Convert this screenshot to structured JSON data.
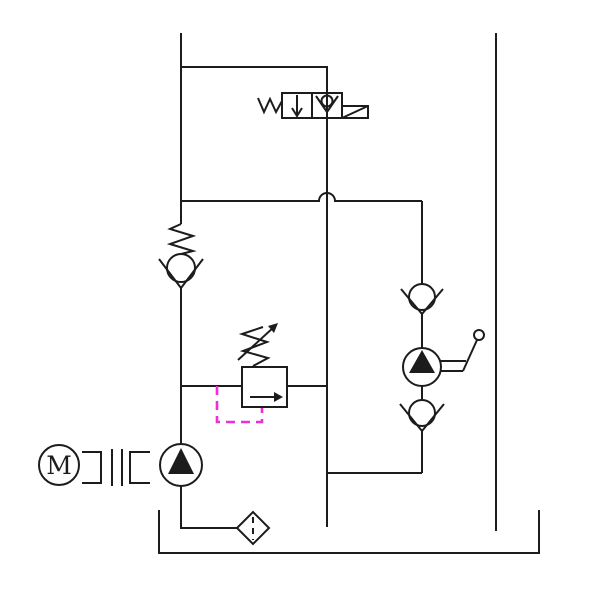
{
  "title": "hydraulic-power-unit-schematic",
  "colors": {
    "line": "#1c1c1c",
    "pilot_line": "#ee2ed6",
    "background": "#ffffff"
  },
  "components": {
    "motor": {
      "label": "M",
      "type": "electric-motor"
    },
    "solenoid_valve": {
      "type": "2-2-solenoid-valve-spring-return-with-check-position"
    },
    "spring_check_valve": {
      "type": "spring-loaded-check-valve"
    },
    "relief_valve": {
      "type": "adjustable-pressure-relief-valve"
    },
    "pilot_line": {
      "type": "pilot-drain-line",
      "style": "dashed"
    },
    "main_pump": {
      "type": "fixed-displacement-pump"
    },
    "coupling": {
      "type": "shaft-coupling"
    },
    "suction_filter": {
      "type": "suction-filter"
    },
    "hand_pump": {
      "type": "hand-pump-with-lever"
    },
    "check_valve_upper": {
      "type": "check-valve"
    },
    "check_valve_lower": {
      "type": "check-valve"
    },
    "reservoir": {
      "type": "open-reservoir-tank"
    }
  }
}
